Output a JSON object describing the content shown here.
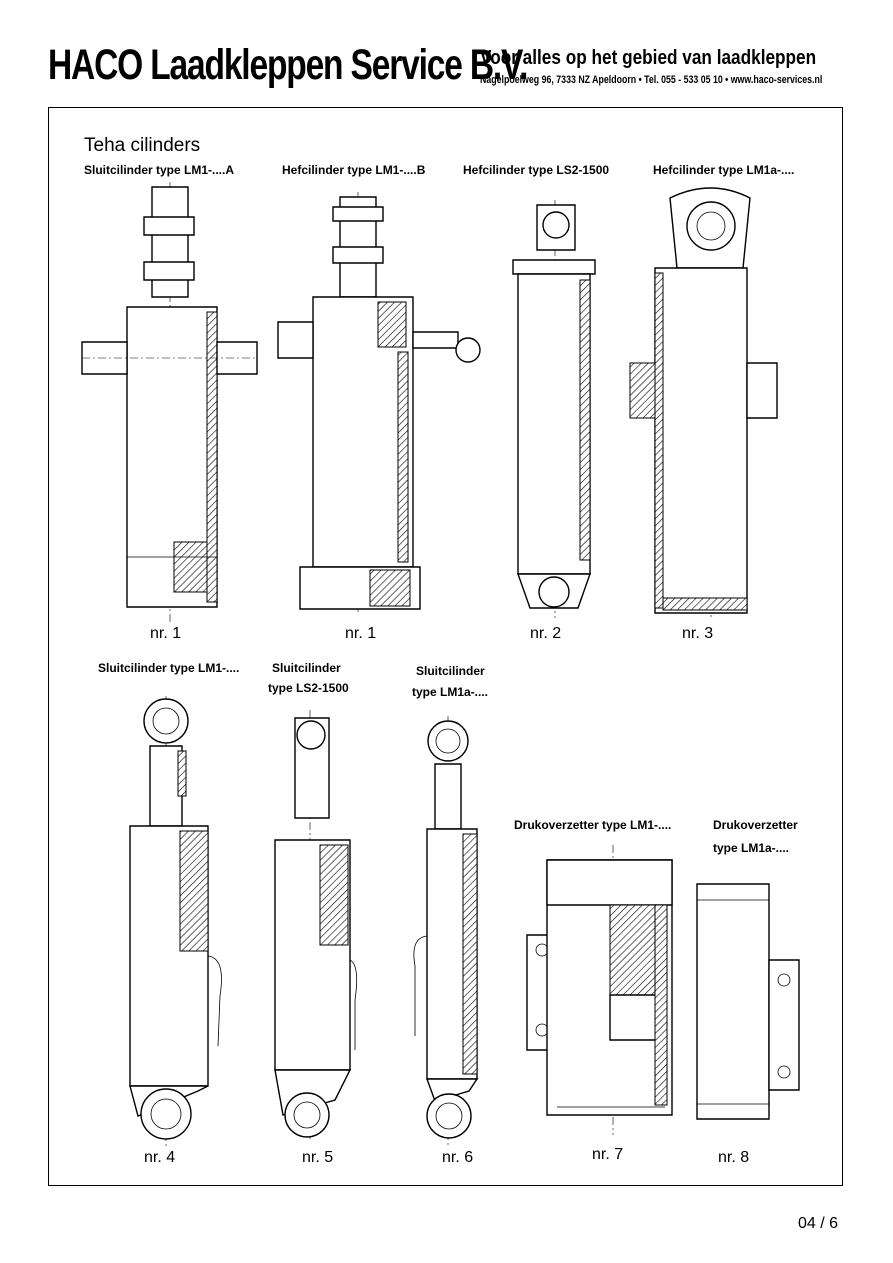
{
  "header": {
    "brand": "HACO Laadkleppen Service B.V.",
    "tagline": "Voor alles op het gebied van laadkleppen",
    "address": "Nagelpoelweg 96, 7333 NZ  Apeldoorn • Tel. 055 - 533 05 10 • www.haco-services.nl"
  },
  "section_title": "Teha cilinders",
  "figures": [
    {
      "caption": "Sluitcilinder type LM1-....A",
      "label": "nr. 1",
      "icon": "closing-cylinder-drawing"
    },
    {
      "caption": "Hefcilinder type LM1-....B",
      "label": "nr. 1",
      "icon": "lifting-cylinder-drawing"
    },
    {
      "caption": "Hefcilinder type LS2-1500",
      "label": "nr. 2",
      "icon": "lifting-cylinder-drawing"
    },
    {
      "caption": "Hefcilinder type LM1a-....",
      "label": "nr. 3",
      "icon": "lifting-cylinder-drawing"
    },
    {
      "caption": "Sluitcilinder type LM1-....",
      "label": "nr. 4",
      "icon": "closing-cylinder-drawing"
    },
    {
      "caption_line1": "Sluitcilinder",
      "caption_line2": "type LS2-1500",
      "label": "nr. 5",
      "icon": "closing-cylinder-drawing"
    },
    {
      "caption_line1": "Sluitcilinder",
      "caption_line2": "type LM1a-....",
      "label": "nr. 6",
      "icon": "closing-cylinder-drawing"
    },
    {
      "caption": "Drukoverzetter type LM1-....",
      "label": "nr. 7",
      "icon": "pressure-converter-drawing"
    },
    {
      "caption_line1": "Drukoverzetter",
      "caption_line2": "type LM1a-....",
      "label": "nr. 8",
      "icon": "pressure-converter-drawing"
    }
  ],
  "page_number": "04 / 6"
}
